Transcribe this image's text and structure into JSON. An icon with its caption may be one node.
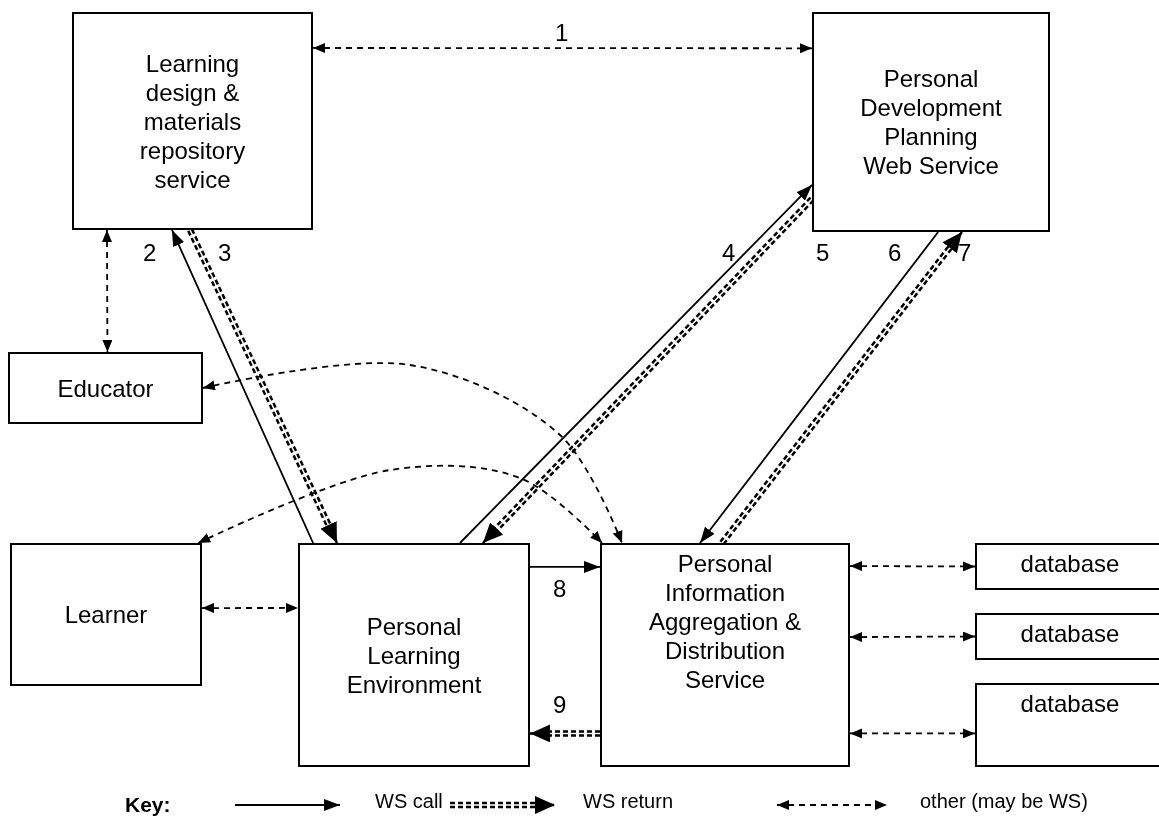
{
  "diagram": {
    "nodes": [
      {
        "text": [
          "Learning design & materials repository service"
        ]
      },
      {
        "text": [
          "Personal Development Planning Web Service"
        ]
      },
      {
        "text": [
          "Educator"
        ]
      },
      {
        "text": [
          "Learner"
        ]
      },
      {
        "text": [
          "Personal Learning Environment"
        ]
      },
      {
        "text": [
          "Personal Information Aggregation & Distribution Service"
        ]
      },
      {
        "text": [
          "database"
        ]
      },
      {
        "text": [
          "database"
        ]
      },
      {
        "text": [
          "database"
        ]
      }
    ],
    "edges": [
      {
        "from": 0,
        "to": 1,
        "arrow": "both",
        "style": "dashed",
        "label": "1"
      },
      {
        "from": 4,
        "to": 0,
        "arrow": "to",
        "label": "2"
      },
      {
        "from": 0,
        "to": 4,
        "arrow": "to",
        "style": "dashed",
        "label": "3"
      },
      {
        "from": 0,
        "to": 2,
        "arrow": "both",
        "style": "dashed"
      },
      {
        "from": 4,
        "to": 1,
        "arrow": "to",
        "label": "4"
      },
      {
        "from": 1,
        "to": 4,
        "arrow": "to",
        "style": "dashed",
        "label": "5"
      },
      {
        "from": 1,
        "to": 5,
        "arrow": "to",
        "label": "6"
      },
      {
        "from": 5,
        "to": 1,
        "arrow": "to",
        "style": "dashed",
        "label": "7"
      },
      {
        "from": 2,
        "to": 5,
        "arrow": "both",
        "style": "dashed"
      },
      {
        "from": 3,
        "to": 5,
        "arrow": "both",
        "style": "dashed"
      },
      {
        "from": 3,
        "to": 4,
        "arrow": "both",
        "style": "dashed"
      },
      {
        "from": 4,
        "to": 5,
        "arrow": "to",
        "label": "8"
      },
      {
        "from": 5,
        "to": 4,
        "arrow": "to",
        "style": "dashed",
        "label": "9"
      },
      {
        "from": 5,
        "to": 6,
        "arrow": "both",
        "style": "dashed"
      },
      {
        "from": 5,
        "to": 7,
        "arrow": "both",
        "style": "dashed"
      },
      {
        "from": 5,
        "to": 8,
        "arrow": "both",
        "style": "dashed"
      }
    ],
    "labels": [
      "Key:"
    ],
    "legend": [
      {
        "text": "WS call"
      },
      {
        "text": "WS return"
      },
      {
        "text": "other (may be WS)"
      }
    ]
  }
}
